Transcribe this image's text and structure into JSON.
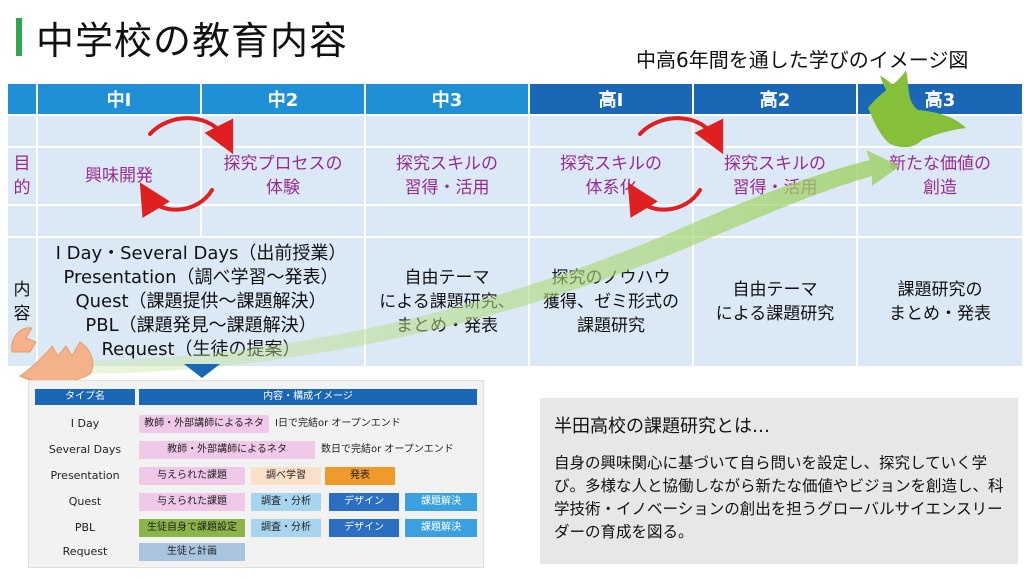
{
  "title": "中学校の教育内容",
  "subtitle": "中高6年間を通した学びのイメージ図",
  "grades": [
    "中Ⅰ",
    "中2",
    "中3",
    "高Ⅰ",
    "高2",
    "高3"
  ],
  "row_labels": {
    "purpose": "目\n的",
    "content": "内\n容"
  },
  "purpose": [
    "興味開発",
    "探究プロセスの\n体験",
    "探究スキルの\n習得・活用",
    "探究スキルの\n体系化",
    "探究スキルの\n習得・活用",
    "新たな価値の\n創造"
  ],
  "content": {
    "ms12": "I Day・Several Days（出前授業）\nPresentation（調べ学習～発表）\nQuest（課題提供～課題解決）\nPBL（課題発見～課題解決）\nRequest（生徒の提案）",
    "ms3": "自由テーマ\nによる課題研究、\nまとめ・発表",
    "hs1": "探究のノウハウ\n獲得、ゼミ形式の\n課題研究",
    "hs2": "自由テーマ\nによる課題研究",
    "hs3": "課題研究の\nまとめ・発表"
  },
  "types": {
    "header_type": "タイプ名",
    "header_content": "内容・構成イメージ",
    "rows": {
      "iday": {
        "name": "I Day",
        "chip": "教師・外部講師によるネタ",
        "text": "I日で完結or オープンエンド"
      },
      "several": {
        "name": "Several Days",
        "chip": "教師・外部講師によるネタ",
        "text": "数日で完結or オープンエンド"
      },
      "presentation": {
        "name": "Presentation",
        "c1": "与えられた課題",
        "c2": "調べ学習",
        "c3": "発表"
      },
      "quest": {
        "name": "Quest",
        "c1": "与えられた課題",
        "c2": "調査・分析",
        "c3": "デザイン",
        "c4": "課題解決"
      },
      "pbl": {
        "name": "PBL",
        "c1": "生徒自身で課題設定",
        "c2": "調査・分析",
        "c3": "デザイン",
        "c4": "課題解決"
      },
      "request": {
        "name": "Request",
        "c1": "生徒と計画"
      }
    }
  },
  "info": {
    "heading": "半田高校の課題研究とは…",
    "body": "自身の興味関心に基づいて自ら問いを設定し、探究していく学び。多様な人と協働しながら新たな価値やビジョンを創造し、科学技術・イノベーションの創出を担うグローバルサイエンスリーダーの育成を図る。"
  },
  "colors": {
    "accent_green": "#2ea84a",
    "header_ms": "#1f8fd6",
    "header_hs": "#1a67b5",
    "purpose_text": "#9a2a8f",
    "arrow_red": "#e02020"
  },
  "icons": [
    "green-bird-icon",
    "eggshell-icon",
    "red-cycle-arrow-icon",
    "green-growth-arrow-icon"
  ]
}
